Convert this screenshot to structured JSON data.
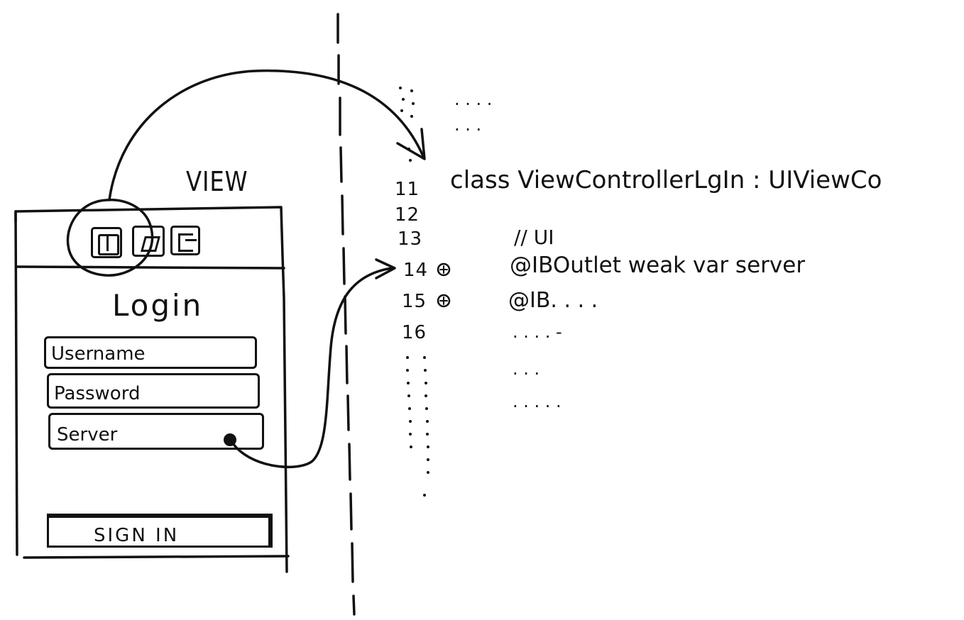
{
  "view": {
    "title": "VIEW",
    "login_title": "Login",
    "fields": {
      "username": "Username",
      "password": "Password",
      "server": "Server"
    },
    "signin_label": "SIGN IN",
    "toolbar_icons": [
      "view-controller-icon",
      "cube-icon",
      "exit-icon"
    ]
  },
  "code": {
    "line_numbers": {
      "l11": "11",
      "l12": "12",
      "l13": "13",
      "l14": "14",
      "l15": "15",
      "l16": "16"
    },
    "lines": {
      "l11": "class ViewControllerLgIn : UIViewCo",
      "l13": "// UI",
      "l14": "@IBOutlet weak var server",
      "l15": "@IB. . . ."
    },
    "ellipses": {
      "top_a": ". . . .",
      "top_b": ". . .",
      "after_16": ". . . . -",
      "row_2": ". . .",
      "row_3": ". . . .   ."
    }
  }
}
